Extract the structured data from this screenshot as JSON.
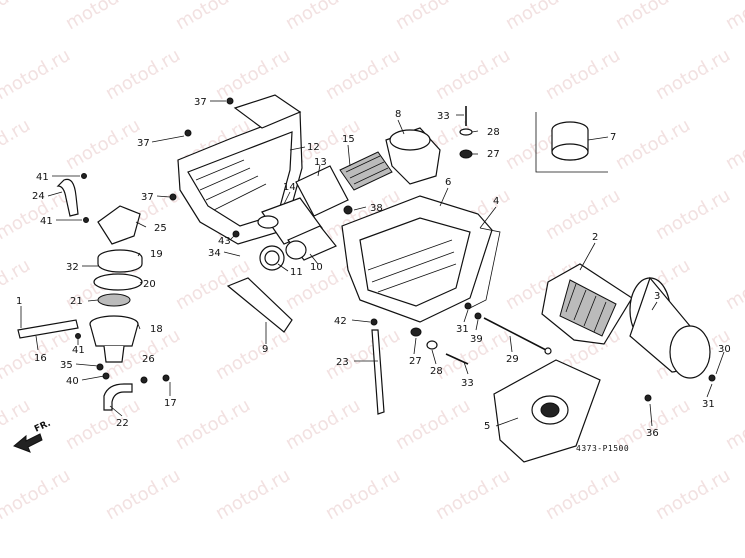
{
  "watermark": "motod.ru",
  "diagram_code": "4373-P1500",
  "direction_label": "FR.",
  "callouts": [
    {
      "n": "1"
    },
    {
      "n": "2"
    },
    {
      "n": "3"
    },
    {
      "n": "4"
    },
    {
      "n": "5"
    },
    {
      "n": "6"
    },
    {
      "n": "7"
    },
    {
      "n": "8"
    },
    {
      "n": "9"
    },
    {
      "n": "10"
    },
    {
      "n": "11"
    },
    {
      "n": "12"
    },
    {
      "n": "13"
    },
    {
      "n": "14"
    },
    {
      "n": "15"
    },
    {
      "n": "16"
    },
    {
      "n": "17"
    },
    {
      "n": "18"
    },
    {
      "n": "19"
    },
    {
      "n": "20"
    },
    {
      "n": "21"
    },
    {
      "n": "22"
    },
    {
      "n": "23"
    },
    {
      "n": "24"
    },
    {
      "n": "25"
    },
    {
      "n": "26"
    },
    {
      "n": "27"
    },
    {
      "n": "27"
    },
    {
      "n": "28"
    },
    {
      "n": "28"
    },
    {
      "n": "29"
    },
    {
      "n": "30"
    },
    {
      "n": "31"
    },
    {
      "n": "31"
    },
    {
      "n": "32"
    },
    {
      "n": "33"
    },
    {
      "n": "33"
    },
    {
      "n": "34"
    },
    {
      "n": "35"
    },
    {
      "n": "36"
    },
    {
      "n": "37"
    },
    {
      "n": "37"
    },
    {
      "n": "37"
    },
    {
      "n": "38"
    },
    {
      "n": "39"
    },
    {
      "n": "40"
    },
    {
      "n": "41"
    },
    {
      "n": "41"
    },
    {
      "n": "41"
    },
    {
      "n": "42"
    },
    {
      "n": "43"
    }
  ]
}
